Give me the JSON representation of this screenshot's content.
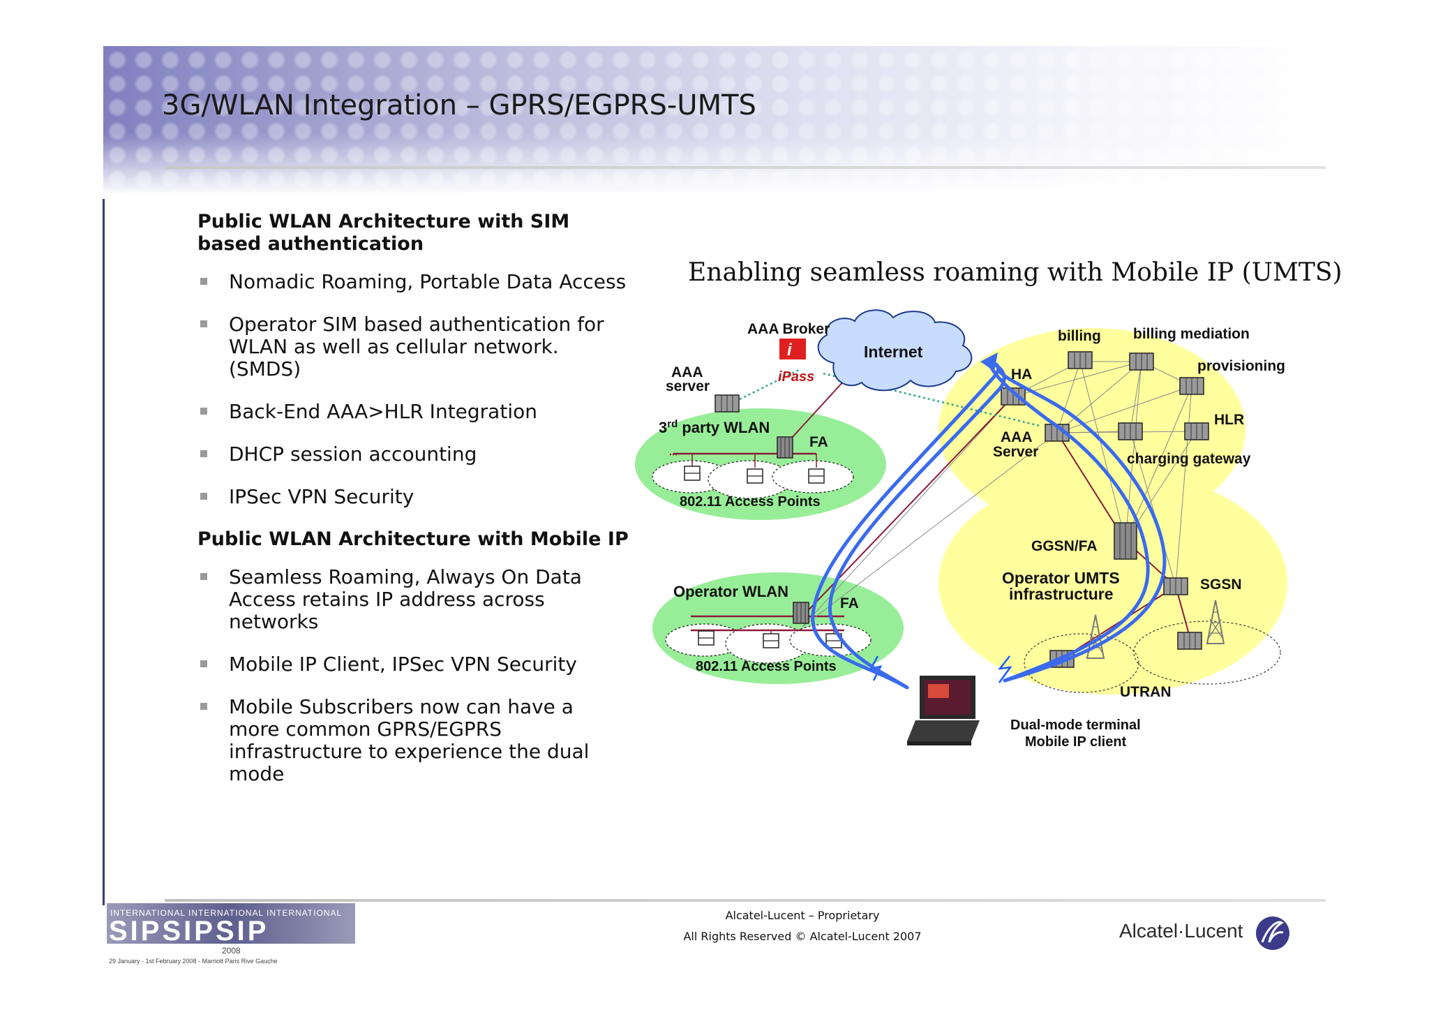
{
  "slide": {
    "title": "3G/WLAN Integration – GPRS/EGPRS-UMTS"
  },
  "left": {
    "section1": {
      "heading": "Public WLAN Architecture with SIM based authentication",
      "bullets": [
        "Nomadic Roaming, Portable Data Access",
        "Operator SIM based authentication for WLAN as well as cellular network. (SMDS)",
        "Back-End AAA>HLR Integration",
        "DHCP session accounting",
        "IPSec VPN Security"
      ]
    },
    "section2": {
      "heading": "Public WLAN Architecture with Mobile IP",
      "bullets": [
        "Seamless Roaming, Always On Data Access retains IP address across networks",
        "Mobile IP Client, IPSec VPN Security",
        "Mobile Subscribers now can have a more common GPRS/EGPRS infrastructure to experience the dual mode"
      ]
    }
  },
  "diagram": {
    "title": "Enabling seamless roaming with Mobile IP (UMTS)",
    "labels": {
      "aaa_broker": "AAA Broker",
      "internet": "Internet",
      "ipass": "iPass",
      "aaa_server_left_1": "AAA",
      "aaa_server_left_2": "server",
      "third_party_wlan_1": "3",
      "third_party_wlan_sup": "rd",
      "third_party_wlan_2": " party WLAN",
      "fa_top": "FA",
      "access_points_top": "802.11 Access Points",
      "operator_wlan": "Operator WLAN",
      "fa_bottom": "FA",
      "access_points_bottom": "802.11 Access Points",
      "ha": "HA",
      "aaa_server_right_1": "AAA",
      "aaa_server_right_2": "Server",
      "billing": "billing",
      "billing_mediation": "billing mediation",
      "provisioning": "provisioning",
      "hlr": "HLR",
      "charging_gateway": "charging gateway",
      "ggsn_fa": "GGSN/FA",
      "umts_1": "Operator UMTS",
      "umts_2": "infrastructure",
      "sgsn": "SGSN",
      "utran": "UTRAN",
      "terminal_1": "Dual-mode terminal",
      "terminal_2": "Mobile IP client"
    }
  },
  "footer": {
    "brand_top": "INTERNATIONAL INTERNATIONAL INTERNATIONAL",
    "brand_main": "SIPSIPSIP",
    "brand_year": "2008",
    "brand_dates": "29 January - 1st February 2008 - Marriott Paris Rive Gauche",
    "line1": "Alcatel-Lucent – Proprietary",
    "line2": "All Rights Reserved © Alcatel-Lucent 2007",
    "logo_text": "Alcatel·Lucent"
  }
}
